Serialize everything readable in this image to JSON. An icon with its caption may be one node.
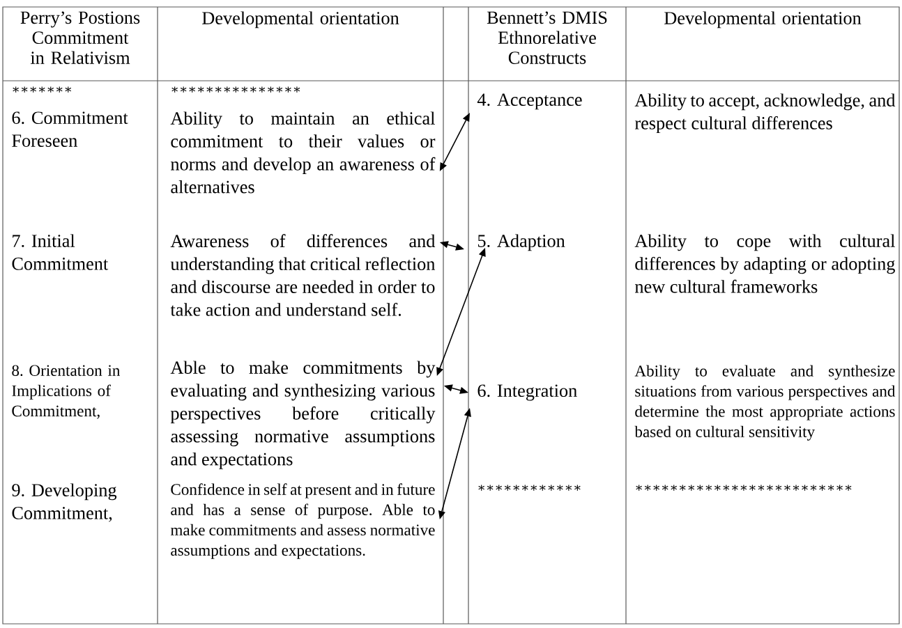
{
  "diagram": {
    "nodes": [
      {
        "text": [
          "Ability to maintain an ethical commitment to their values or norms and develop an awareness of alternatives"
        ]
      },
      {
        "text": [
          "Awareness of differences and understanding that critical reflection and discourse are needed in order to take action and understand self."
        ]
      },
      {
        "text": [
          "Able to make commitments by evaluating and synthesizing various perspectives before critically assessing normative assumptions and expectations"
        ]
      },
      {
        "text": [
          "Confidence in self at present and in future and has a sense of purpose. Able to make commitments and assess normative assumptions and expectations."
        ]
      },
      {
        "text": [
          "4. Acceptance"
        ]
      },
      {
        "text": [
          "5. Adaption"
        ]
      },
      {
        "text": [
          "6. Integration"
        ]
      }
    ],
    "edges": [
      {
        "from": 0,
        "to": 4,
        "arrow": "both"
      },
      {
        "from": 1,
        "to": 5,
        "arrow": "both"
      },
      {
        "from": 2,
        "to": 5,
        "arrow": "both"
      },
      {
        "from": 2,
        "to": 6,
        "arrow": "both"
      },
      {
        "from": 3,
        "to": 6,
        "arrow": "both"
      }
    ],
    "labels": [
      "Perry’s Postions Commitment in Relativism",
      "Developmental orientation",
      "Bennett’s DMIS Ethnorelative Constructs",
      "Developmental orientation",
      "∗∗∗∗∗∗∗",
      "∗∗∗∗∗∗∗∗∗∗∗∗∗∗∗",
      "6. Commitment Foreseen",
      "Ability to accept, acknowledge, and respect cultural differences",
      "7. Initial Commitment",
      "Ability to cope with cultural differences by adapting or adopting new cultural frameworks",
      "8. Orientation in Implications of Commitment,",
      "Ability to evaluate and synthesize situations from various perspectives and determine the most appropriate actions based on cultural sensitivity",
      "9. Developing Commitment,",
      "∗∗∗∗∗∗∗∗∗∗∗∗",
      "∗∗∗∗∗∗∗∗∗∗∗∗∗∗∗∗∗∗∗∗∗∗∗∗∗"
    ]
  }
}
